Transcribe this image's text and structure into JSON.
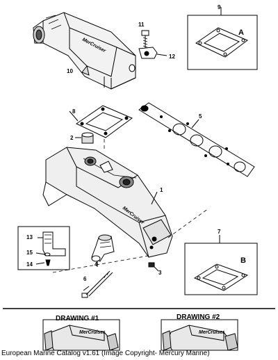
{
  "callouts": {
    "n1": "1",
    "n2": "2",
    "n3": "3",
    "n4": "4",
    "n5": "5",
    "n6": "6",
    "n7": "7",
    "n8": "8",
    "n9": "9",
    "n10": "10",
    "n11": "11",
    "n12": "12",
    "n13": "13",
    "n14": "14",
    "n15": "15"
  },
  "inset_labels": {
    "a": "A",
    "b": "B"
  },
  "drawings": {
    "d1": "DRAWING #1",
    "d2": "DRAWING #2"
  },
  "logo_text": "MerCruiser",
  "caption": "European Marine Catalog v1.61 (Image Copyright- Mercury Marine)"
}
